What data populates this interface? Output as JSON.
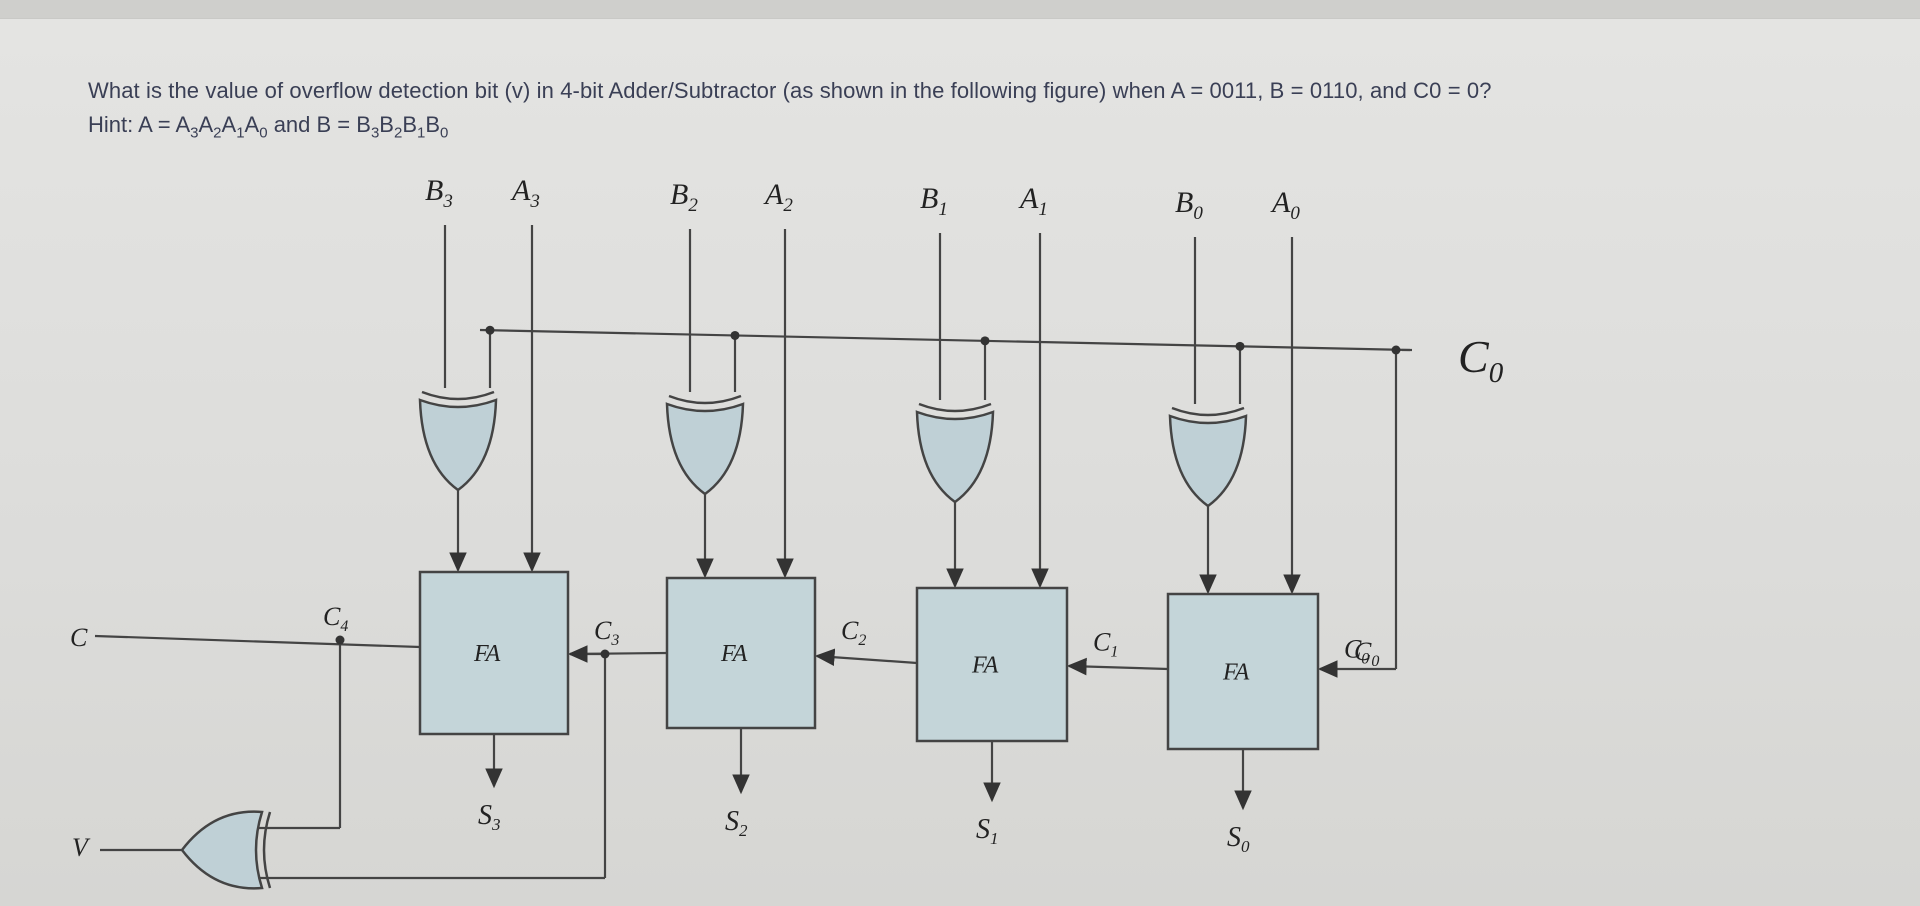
{
  "question": {
    "text": "What is the value of overflow detection bit (v) in 4-bit Adder/Subtractor (as shown in the following figure) when A = 0011, B = 0110, and C0 = 0?"
  },
  "hint": {
    "prefix": "Hint: A = ",
    "a_terms": [
      [
        "A",
        "3"
      ],
      [
        "A",
        "2"
      ],
      [
        "A",
        "1"
      ],
      [
        "A",
        "0"
      ]
    ],
    "middle": " and  B = ",
    "b_terms": [
      [
        "B",
        "3"
      ],
      [
        "B",
        "2"
      ],
      [
        "B",
        "1"
      ],
      [
        "B",
        "0"
      ]
    ]
  },
  "figure": {
    "stages": [
      {
        "b": "B",
        "b_sub": "3",
        "a": "A",
        "a_sub": "3",
        "fa": "FA",
        "s": "S",
        "s_sub": "3",
        "cin": "C",
        "cin_sub": "3"
      },
      {
        "b": "B",
        "b_sub": "2",
        "a": "A",
        "a_sub": "2",
        "fa": "FA",
        "s": "S",
        "s_sub": "2",
        "cin": "C",
        "cin_sub": "2"
      },
      {
        "b": "B",
        "b_sub": "1",
        "a": "A",
        "a_sub": "1",
        "fa": "FA",
        "s": "S",
        "s_sub": "1",
        "cin": "C",
        "cin_sub": "1"
      },
      {
        "b": "B",
        "b_sub": "0",
        "a": "A",
        "a_sub": "0",
        "fa": "FA",
        "s": "S",
        "s_sub": "0",
        "cin": "C",
        "cin_sub": "0"
      }
    ],
    "c4_label": "C",
    "c4_sub": "4",
    "c_out_label": "C",
    "v_label": "V",
    "c0_main": "C",
    "c0_main_sub": "0"
  }
}
